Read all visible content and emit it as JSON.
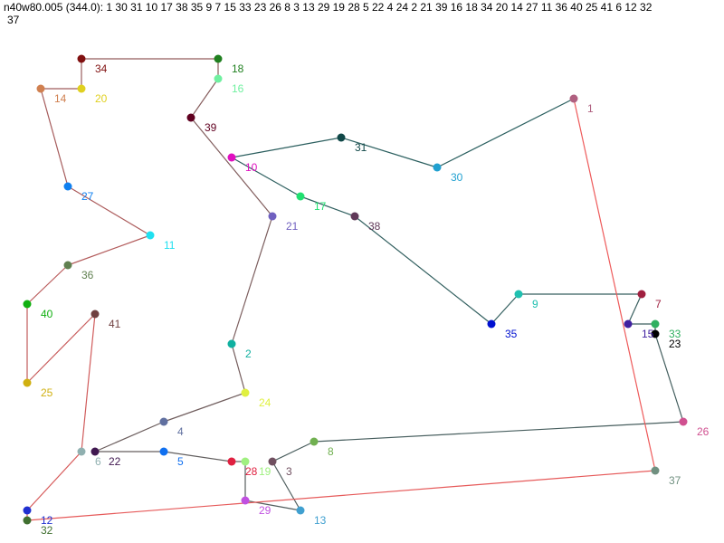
{
  "header": {
    "title_line1": "n40w80.005 (344.0): 1 30 31 10 17 38 35 9 7 15 33 23 26 8 3 13 29 19 28 5 22 4 24 2 21 39 16 18 34 20 14 27 11 36 40 25 41 6 12 32",
    "title_line2": "37"
  },
  "tour": [
    1,
    30,
    31,
    10,
    17,
    38,
    35,
    9,
    7,
    15,
    33,
    23,
    26,
    8,
    3,
    13,
    29,
    19,
    28,
    5,
    22,
    4,
    24,
    2,
    21,
    39,
    16,
    18,
    34,
    20,
    14,
    27,
    11,
    36,
    40,
    25,
    41,
    6,
    12,
    32,
    37
  ],
  "edge_color_start": "#2a5f5f",
  "edge_color_end": "#ee5a5a",
  "nodes": {
    "1": {
      "label": "1",
      "color": "#b06080"
    },
    "2": {
      "label": "2",
      "color": "#10b0a0"
    },
    "3": {
      "label": "3",
      "color": "#705060"
    },
    "4": {
      "label": "4",
      "color": "#6070a0"
    },
    "5": {
      "label": "5",
      "color": "#1070f0"
    },
    "6": {
      "label": "6",
      "color": "#90b0b0"
    },
    "7": {
      "label": "7",
      "color": "#a02040"
    },
    "8": {
      "label": "8",
      "color": "#70b050"
    },
    "9": {
      "label": "9",
      "color": "#20c0b0"
    },
    "10": {
      "label": "10",
      "color": "#e010c0"
    },
    "11": {
      "label": "11",
      "color": "#20e0f0"
    },
    "12": {
      "label": "12",
      "color": "#2030d0"
    },
    "13": {
      "label": "13",
      "color": "#40a0d0"
    },
    "14": {
      "label": "14",
      "color": "#d08050"
    },
    "15": {
      "label": "15",
      "color": "#4020a0"
    },
    "16": {
      "label": "16",
      "color": "#70f0a0"
    },
    "17": {
      "label": "17",
      "color": "#20e070"
    },
    "18": {
      "label": "18",
      "color": "#208020"
    },
    "19": {
      "label": "19",
      "color": "#a0f080"
    },
    "20": {
      "label": "20",
      "color": "#e0d020"
    },
    "21": {
      "label": "21",
      "color": "#7060c0"
    },
    "22": {
      "label": "22",
      "color": "#401850"
    },
    "23": {
      "label": "23",
      "color": "#000000"
    },
    "24": {
      "label": "24",
      "color": "#e0f040"
    },
    "25": {
      "label": "25",
      "color": "#d0b010"
    },
    "26": {
      "label": "26",
      "color": "#d05090"
    },
    "27": {
      "label": "27",
      "color": "#1080f0"
    },
    "28": {
      "label": "28",
      "color": "#e02040"
    },
    "29": {
      "label": "29",
      "color": "#c050e0"
    },
    "30": {
      "label": "30",
      "color": "#20a0d0"
    },
    "31": {
      "label": "31",
      "color": "#104848"
    },
    "32": {
      "label": "32",
      "color": "#407030"
    },
    "33": {
      "label": "33",
      "color": "#30b060"
    },
    "34": {
      "label": "34",
      "color": "#801010"
    },
    "35": {
      "label": "35",
      "color": "#0010d0"
    },
    "36": {
      "label": "36",
      "color": "#608050"
    },
    "37": {
      "label": "37",
      "color": "#709080"
    },
    "38": {
      "label": "38",
      "color": "#603858"
    },
    "39": {
      "label": "39",
      "color": "#600020"
    },
    "40": {
      "label": "40",
      "color": "#10b010"
    },
    "41": {
      "label": "41",
      "color": "#704040"
    }
  }
}
